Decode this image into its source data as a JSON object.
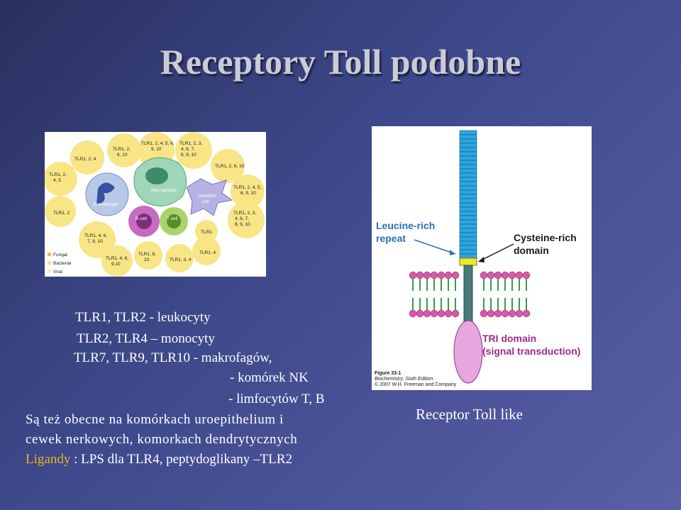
{
  "slide": {
    "title": "Receptory Toll podobne",
    "lines": [
      "TLR1, TLR2 - leukocyty",
      "TLR2, TLR4 – monocyty",
      "TLR7, TLR9, TLR10  - makrofagów,",
      "- komórek NK",
      "- limfocytów T, B",
      "Są też obecne na komórkach uroepithelium i",
      "cewek nerkowych, komorkach dendrytycznych"
    ],
    "ligand_label": "Ligandy",
    "ligand_text": " : LPS dla TLR4, peptydoglikany –TLR2",
    "caption": "Receptor Toll like"
  },
  "left_figure": {
    "bubbles": [
      "TLR1, 2, 4",
      "TLR1, 2, 6, 10",
      "TLR1, 2, 4, 5, 6, 9, 10",
      "TLR1, 2, 3, 4, 6, 7, 8, 9, 10",
      "TLR1, 2, 6, 10",
      "TLR1, 2, 4, 5",
      "TLR1, 2, 4, 5, 6, 9, 10",
      "TLR1, 2",
      "TLR1, 2, 3, 4, 6, 7, 8, 9, 10",
      "TLR1",
      "TLR1, 4, 6, 7, 9, 10",
      "TLR1, 4, 6, 9,10",
      "TLR1, 6, 10",
      "TLR1, 3, 4",
      "TLR1, 4"
    ],
    "cells": [
      "Granulocyte",
      "Macrophage",
      "Dendritic cell",
      "B cell",
      "T cell"
    ],
    "legend": [
      "Fungal",
      "Bacterial",
      "Viral"
    ]
  },
  "right_figure": {
    "label_lrr": [
      "Leucine-rich",
      "repeat"
    ],
    "label_crd": [
      "Cysteine-rich",
      "domain"
    ],
    "label_tri": [
      "TRI domain",
      "(signal transduction)"
    ],
    "figure_id": "Figure 33-1",
    "figure_book": "Biochemistry, Sixth Edition",
    "figure_copy": "© 2007 W.H. Freeman and Company"
  },
  "colors": {
    "accent": "#e8b32a",
    "text": "#ffffff",
    "title": "#c9cbd6"
  }
}
